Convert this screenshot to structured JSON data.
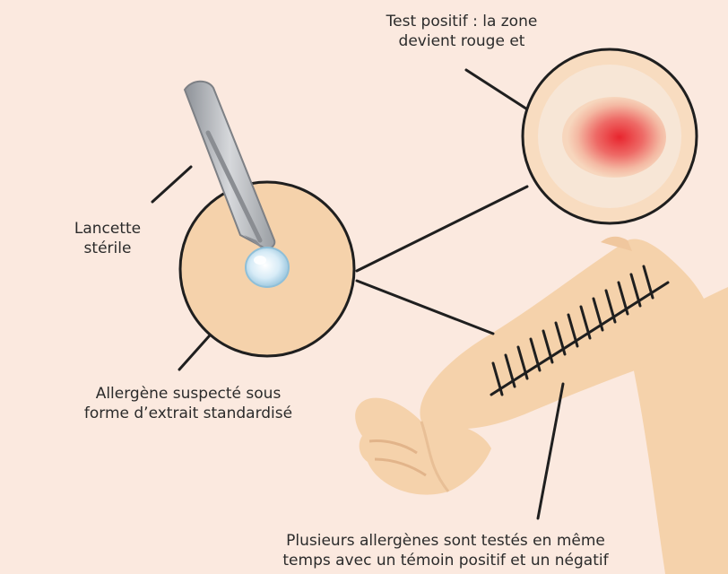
{
  "labels": {
    "positive_test": [
      "Test positif : la zone",
      "devient rouge et"
    ],
    "lancet": [
      "Lancette",
      "stérile"
    ],
    "allergen": [
      "Allergène suspecté sous",
      "forme d’extrait standardisé"
    ],
    "multiple": [
      "Plusieurs allergènes sont testés en même",
      "temps avec un témoin positif et un négatif"
    ]
  },
  "colors": {
    "background": "#fbe9df",
    "skin": "#f5d2ab",
    "skin_shadow": "#eac29a",
    "outline": "#1f1f1f",
    "reaction": "#e8252e",
    "lancet_metal": "#b9bcc0",
    "drop": "#cfe6f2"
  },
  "icons": [
    "lancet-icon",
    "allergen-drop-icon",
    "reaction-zone-icon",
    "forearm-icon"
  ]
}
